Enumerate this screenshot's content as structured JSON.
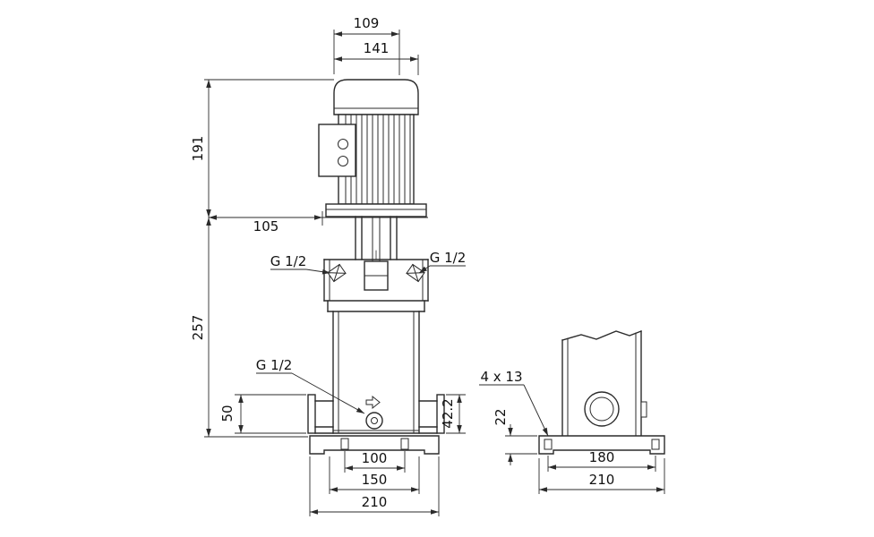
{
  "page": {
    "background": "#ffffff",
    "line_color": "#2b2b2b",
    "text_color": "#111111"
  },
  "front_view": {
    "dims": {
      "motor_top_width": "109",
      "motor_width": "141",
      "motor_height": "191",
      "head_depth": "105",
      "pump_height": "257",
      "suction_port_height": "50",
      "discharge_port_height": "42.2",
      "base_bolt_spacing": "100",
      "base_mid_width": "150",
      "base_width": "210"
    },
    "ports": {
      "vent_left": "G 1/2",
      "vent_right": "G 1/2",
      "drain": "G 1/2"
    }
  },
  "base_view": {
    "notes": {
      "bolt_holes": "4 x 13"
    },
    "dims": {
      "base_height": "22",
      "bolt_spacing": "180",
      "base_width": "210"
    }
  }
}
